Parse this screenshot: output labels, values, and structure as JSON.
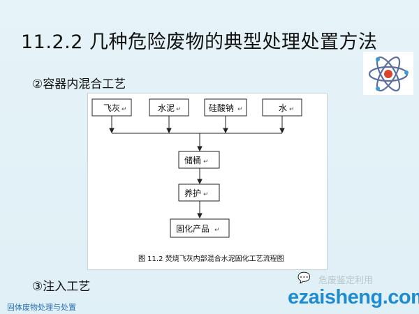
{
  "slide": {
    "title": "11.2.2 几种危险废物的典型处理处置方法",
    "section_2": "②容器内混合工艺",
    "section_3": "③注入工艺",
    "footer": "固体废物处理与处置"
  },
  "diagram": {
    "inputs": [
      "飞灰",
      "水泥",
      "硅酸钠",
      "水"
    ],
    "steps": [
      "储桶",
      "养护",
      "固化产品"
    ],
    "caption": "图 11.2   焚烧飞灰内部混合水泥固化工艺流程图",
    "mark": "↵"
  },
  "watermark": {
    "ghost_text": "危废鉴定利用",
    "logo_text": "ezaisheng.com"
  },
  "colors": {
    "background": "#e6f3f8",
    "logo_blue": "#1f8bd0",
    "footer_blue": "#2b6fb5"
  },
  "icons": {
    "atom": "atom-icon",
    "wechat": "wechat-icon"
  }
}
